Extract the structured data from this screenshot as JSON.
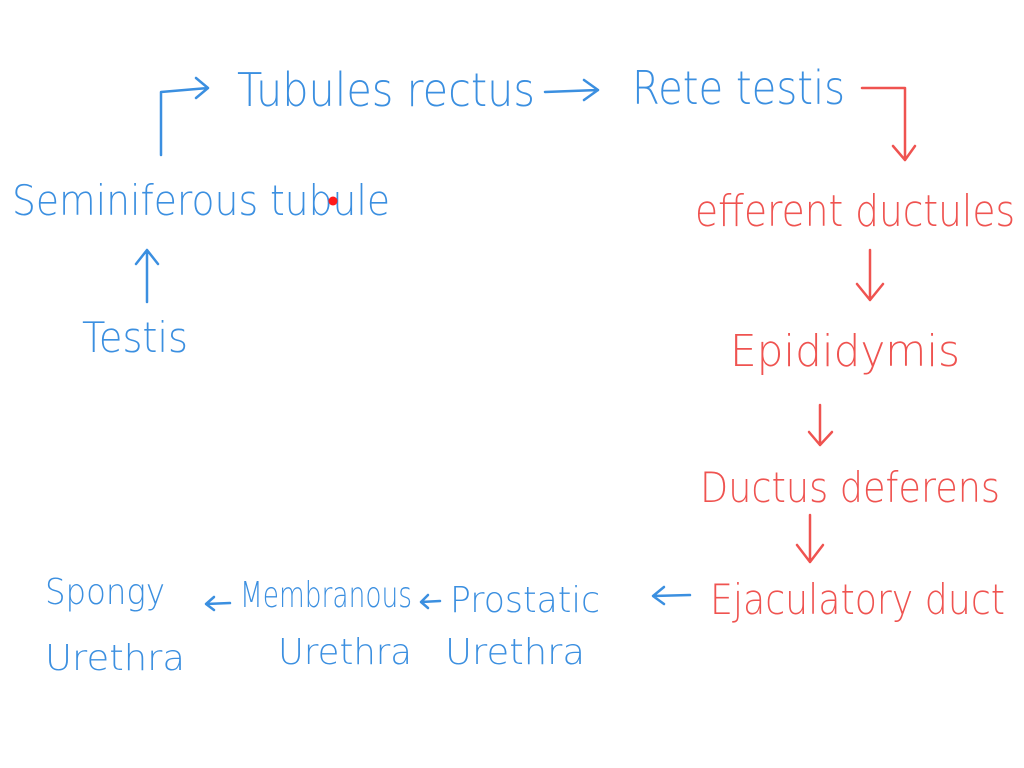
{
  "colors": {
    "blue": "#3b8fe0",
    "red": "#ef5350",
    "background": "#ffffff"
  },
  "labels": {
    "tubules_rectus": "Tubules rectus",
    "rete_testis": "Rete testis",
    "seminiferous_tubule": "Seminiferous tubule",
    "testis": "Testis",
    "efferent_ductules": "efferent ductules",
    "epididymis": "Epididymis",
    "ductus_deferens": "Ductus deferens",
    "ejaculatory_duct": "Ejaculatory duct",
    "prostatic": "Prostatic",
    "prostatic_urethra": "Urethra",
    "membranous": "Membranous",
    "membranous_urethra": "Urethra",
    "spongy": "Spongy",
    "spongy_urethra": "Urethra"
  }
}
